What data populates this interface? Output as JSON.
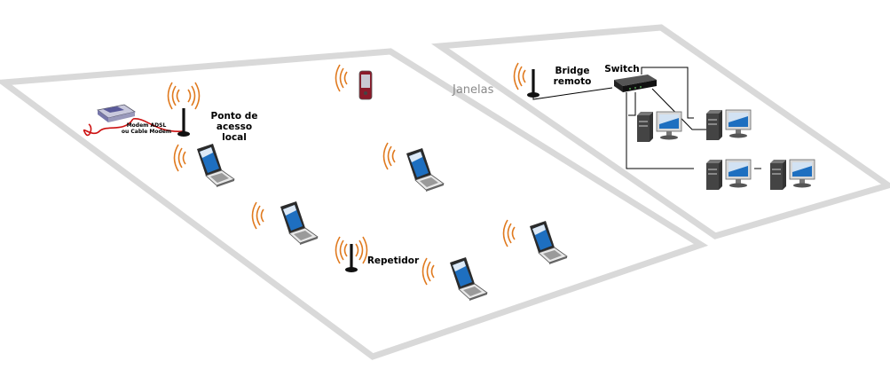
{
  "labels": {
    "modem_line1": "Modem ADSL",
    "modem_line2": "ou Cable Modem",
    "access_point_line1": "Ponto de acesso",
    "access_point_line2": "local",
    "repeater": "Repetidor",
    "windows": "Janelas",
    "bridge_line1": "Bridge",
    "bridge_line2": "remoto",
    "switch": "Switch"
  },
  "colors": {
    "floor_outline": "#d9d9d9",
    "wave": "#e07a1f",
    "cable": "#cc1111",
    "screen": "#1e6fc0",
    "wire": "#000000"
  },
  "icons": [
    "modem-icon",
    "antenna-icon",
    "laptop-icon",
    "phone-icon",
    "switch-icon",
    "desktop-pc-icon",
    "signal-waves-icon"
  ]
}
